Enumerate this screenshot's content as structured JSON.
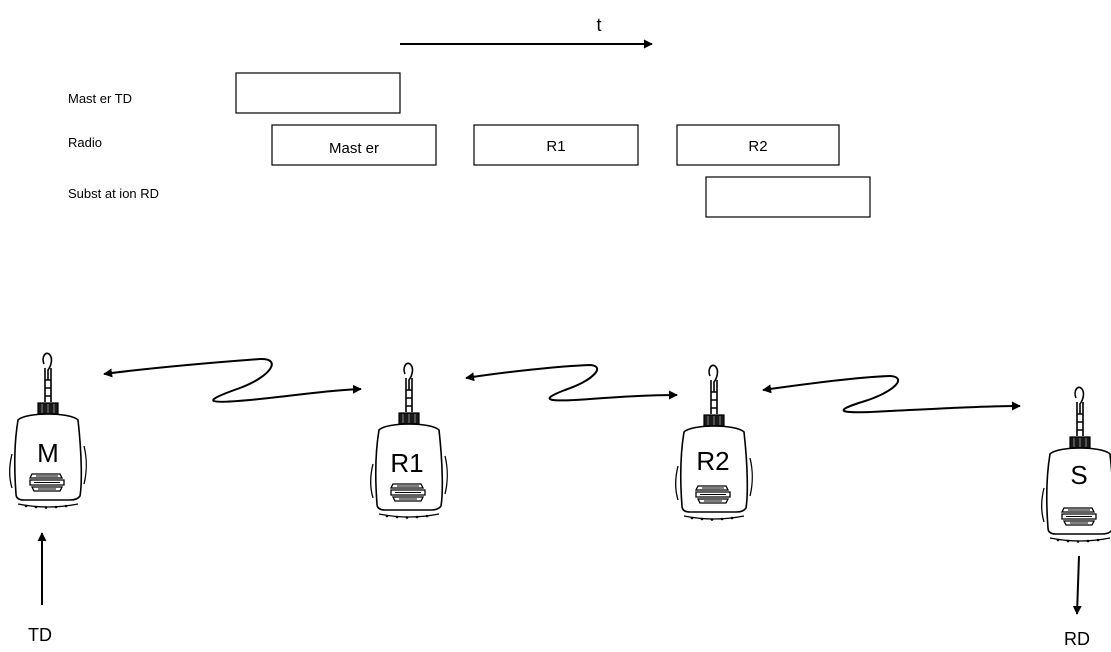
{
  "timeline": {
    "time_label": "t",
    "rows": [
      {
        "label": "Mast er  TD",
        "boxes": [
          ""
        ]
      },
      {
        "label": "Radio",
        "boxes": [
          "Mast er",
          "R1",
          "R2"
        ]
      },
      {
        "label": "Subst at ion  RD",
        "boxes": [
          ""
        ]
      }
    ]
  },
  "radios": [
    {
      "id": "M",
      "label": "M"
    },
    {
      "id": "R1",
      "label": "R1"
    },
    {
      "id": "R2",
      "label": "R2"
    },
    {
      "id": "S",
      "label": "S"
    }
  ],
  "io": {
    "input_label": "TD",
    "output_label": "RD"
  }
}
